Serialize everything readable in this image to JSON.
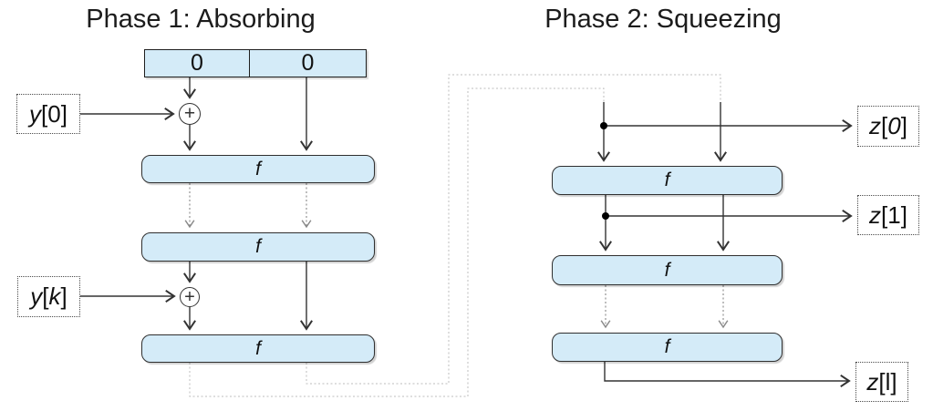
{
  "titles": {
    "phase1": "Phase 1: Absorbing",
    "phase2": "Phase 2: Squeezing"
  },
  "state_register": {
    "cells": [
      "0",
      "0"
    ]
  },
  "absorb": {
    "f_boxes": [
      "f",
      "f",
      "f"
    ],
    "xor_symbol": "+"
  },
  "squeeze": {
    "f_boxes": [
      "f",
      "f",
      "f"
    ]
  },
  "io_labels": {
    "y0": {
      "var": "y",
      "open": "[",
      "val": "0",
      "close": "]"
    },
    "yk": {
      "var": "y",
      "open": "[",
      "val": "k",
      "close": "]"
    },
    "z0": {
      "var": "z",
      "open": "[",
      "val": "0",
      "close": "]"
    },
    "z1": {
      "var": "z",
      "open": "[",
      "val": "1",
      "close": "]"
    },
    "zl": {
      "var": "z",
      "open": "[",
      "val": "l",
      "close": "]"
    }
  },
  "colors": {
    "box_fill": "#d4ebf8",
    "box_border": "#2f2f2f",
    "solid_line": "#333333",
    "dashed_gray": "#888888",
    "routing_light": "#bdbdbd"
  }
}
